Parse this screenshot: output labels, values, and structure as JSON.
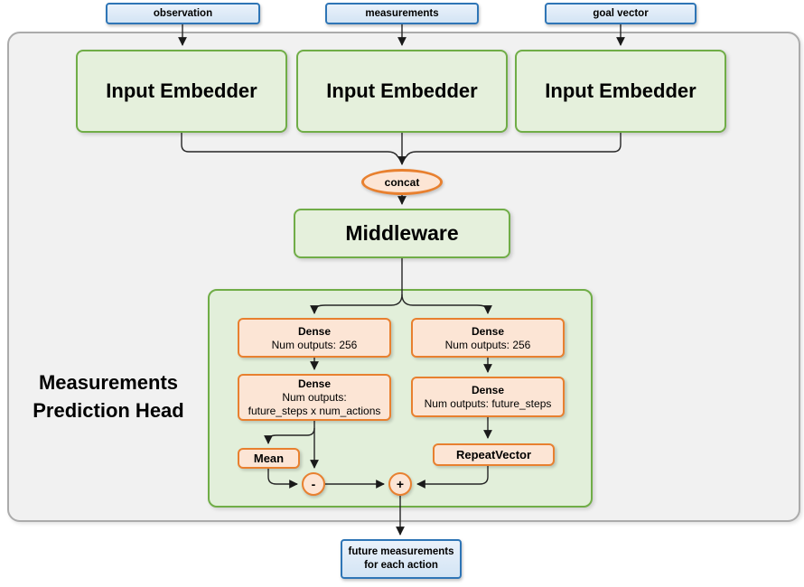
{
  "inputs": {
    "observation": "observation",
    "measurements": "measurements",
    "goal_vector": "goal vector"
  },
  "embedders": {
    "first": "Input Embedder",
    "second": "Input Embedder",
    "third": "Input Embedder"
  },
  "concat_label": "concat",
  "middleware_label": "Middleware",
  "head": {
    "label_line1": "Measurements",
    "label_line2": "Prediction Head",
    "left_branch": {
      "dense1_title": "Dense",
      "dense1_sub": "Num outputs: 256",
      "dense2_title": "Dense",
      "dense2_sub_line1": "Num outputs:",
      "dense2_sub_line2": "future_steps x num_actions",
      "mean_label": "Mean",
      "minus_symbol": "-"
    },
    "right_branch": {
      "dense1_title": "Dense",
      "dense1_sub": "Num outputs: 256",
      "dense2_title": "Dense",
      "dense2_sub": "Num outputs: future_steps",
      "repeat_label": "RepeatVector",
      "plus_symbol": "+"
    }
  },
  "output": {
    "line1": "future measurements",
    "line2": "for each action"
  },
  "colors": {
    "green_border": "#70AD47",
    "green_fill": "#E5F0DC",
    "container_fill": "#E2EFDA",
    "orange_border": "#E8802F",
    "orange_fill": "#FCE5D5",
    "blue_border": "#2E75B6",
    "blue_fill": "#DDEBF7",
    "panel_fill": "#F1F1F1",
    "panel_border": "#ABABAB",
    "line": "#262626"
  }
}
